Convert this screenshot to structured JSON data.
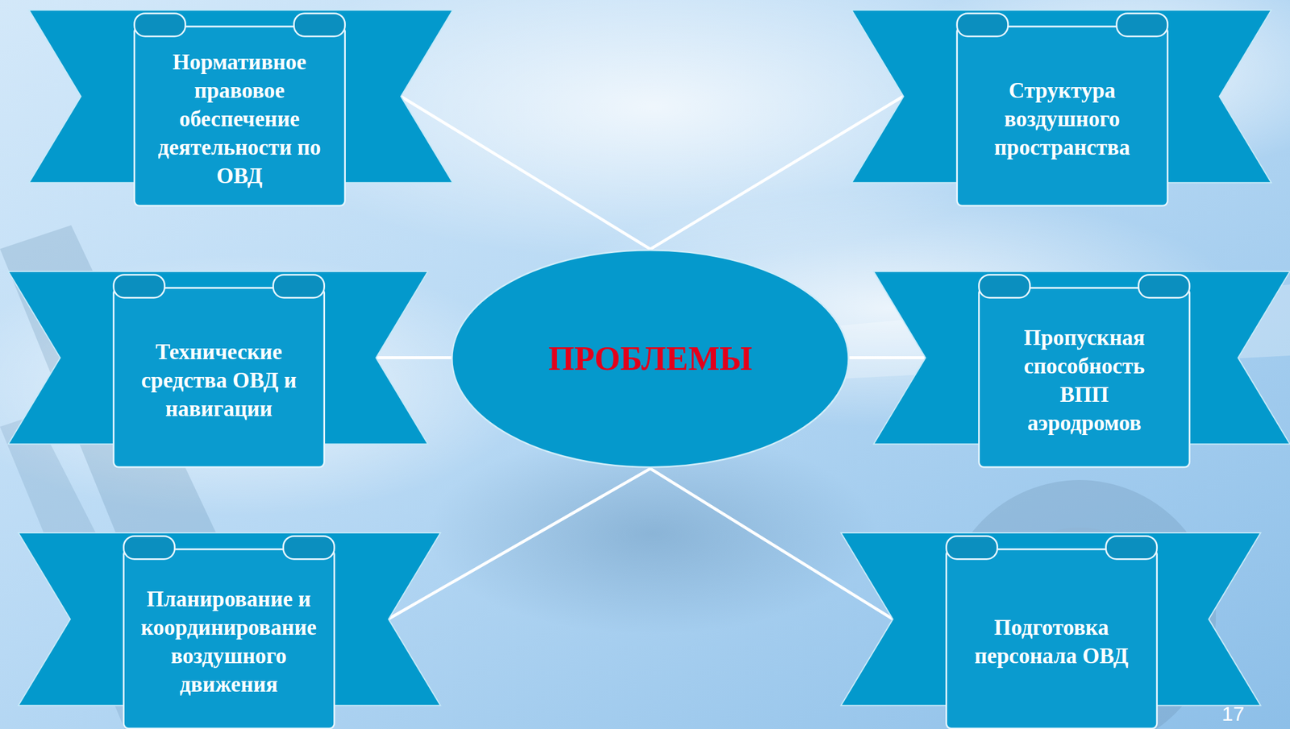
{
  "diagram": {
    "nodes": [
      {
        "text": [
          "Нормативное правовое обеспечение деятельности по ОВД"
        ]
      },
      {
        "text": [
          "Структура воздушного пространства"
        ]
      },
      {
        "text": [
          "Технические средства ОВД и навигации"
        ]
      },
      {
        "text": [
          "ПРОБЛЕМЫ"
        ]
      },
      {
        "text": [
          "Пропускная способность ВПП аэродромов"
        ]
      },
      {
        "text": [
          "Планирование и координирование воздушного движения"
        ]
      },
      {
        "text": [
          "Подготовка персонала ОВД"
        ]
      }
    ],
    "edges": [
      {
        "from": 3,
        "to": 0,
        "arrow": "none"
      },
      {
        "from": 3,
        "to": 1,
        "arrow": "none"
      },
      {
        "from": 3,
        "to": 2,
        "arrow": "none"
      },
      {
        "from": 3,
        "to": 4,
        "arrow": "none"
      },
      {
        "from": 3,
        "to": 5,
        "arrow": "none"
      },
      {
        "from": 3,
        "to": 6,
        "arrow": "none"
      }
    ],
    "labels": [
      "17"
    ]
  }
}
